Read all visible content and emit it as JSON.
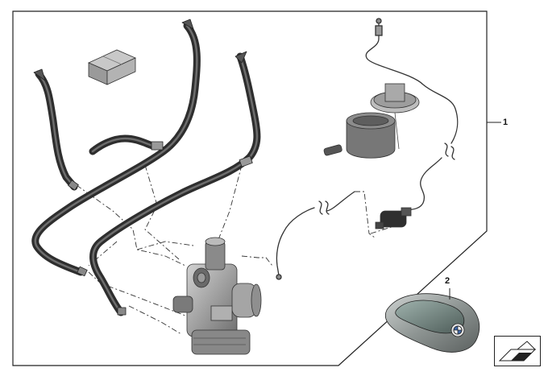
{
  "diagram": {
    "callouts": [
      {
        "id": "1",
        "label": "1"
      },
      {
        "id": "2",
        "label": "2"
      }
    ],
    "parts": [
      {
        "name": "coolant-hose-left",
        "callout": "1"
      },
      {
        "name": "coolant-hose-middle",
        "callout": "1"
      },
      {
        "name": "coolant-hose-right",
        "callout": "1"
      },
      {
        "name": "fuel-pump-module",
        "callout": "1"
      },
      {
        "name": "fuel-line",
        "callout": "1"
      },
      {
        "name": "fuel-metering-pump",
        "callout": "1"
      },
      {
        "name": "auxiliary-heater-unit",
        "callout": "1"
      },
      {
        "name": "small-parts-box",
        "callout": "1"
      },
      {
        "name": "display-key-remote",
        "callout": "2"
      }
    ],
    "colors": {
      "line": "#222222",
      "hose": "#3a3a3a",
      "hose_highlight": "#7a7a7a",
      "metal": "#9a9a9a",
      "key_body": "#8c9090",
      "key_screen": "#5f6e6a"
    },
    "nav_icon": "page-nav-arrow-icon"
  }
}
